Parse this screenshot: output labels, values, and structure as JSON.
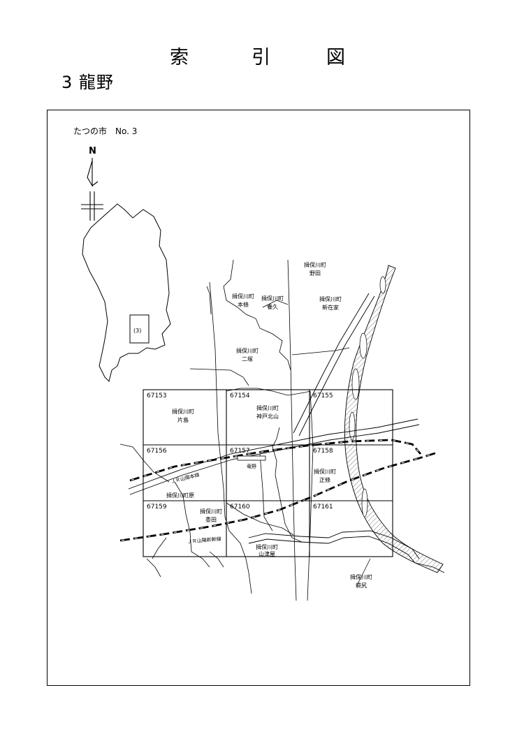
{
  "title": {
    "chars": [
      "索",
      "引",
      "図"
    ]
  },
  "subtitle": "3 龍野",
  "map_label": "たつの市　No. 3",
  "compass": {
    "letter": "N"
  },
  "inset": {
    "label": "(3)"
  },
  "grid_cells": [
    {
      "code": "67153",
      "name": [
        "揖保川町",
        "片島"
      ]
    },
    {
      "code": "67154",
      "name": [
        "揖保川町",
        "神戸北山"
      ]
    },
    {
      "code": "67155",
      "name": []
    },
    {
      "code": "67156",
      "name": []
    },
    {
      "code": "67157",
      "name": []
    },
    {
      "code": "67158",
      "name": [
        "揖保川町",
        "正條"
      ]
    },
    {
      "code": "67159",
      "name": []
    },
    {
      "code": "67160",
      "name": []
    },
    {
      "code": "67161",
      "name": []
    }
  ],
  "place_labels": [
    {
      "id": "noda",
      "lines": [
        "揖保川町",
        "野田"
      ]
    },
    {
      "id": "honjo",
      "lines": [
        "揖保川町",
        "本條"
      ]
    },
    {
      "id": "yoku",
      "lines": [
        "揖保川町",
        "養久"
      ]
    },
    {
      "id": "shinzaike",
      "lines": [
        "揖保川町",
        "新在家"
      ]
    },
    {
      "id": "nizuka",
      "lines": [
        "揖保川町",
        "二塚"
      ]
    },
    {
      "id": "hara",
      "lines": [
        "揖保川町原"
      ]
    },
    {
      "id": "tarida",
      "lines": [
        "揖保川町",
        "黍田"
      ]
    },
    {
      "id": "santsuya",
      "lines": [
        "揖保川町",
        "山津屋"
      ]
    },
    {
      "id": "fukuro",
      "lines": [
        "揖保川町",
        "袋尻"
      ]
    }
  ],
  "rail_labels": {
    "sanyo_main": "ＪＲ山陽本線",
    "sanyo_shinkansen": "ＪＲ山陽新幹線",
    "station": "竜野"
  }
}
